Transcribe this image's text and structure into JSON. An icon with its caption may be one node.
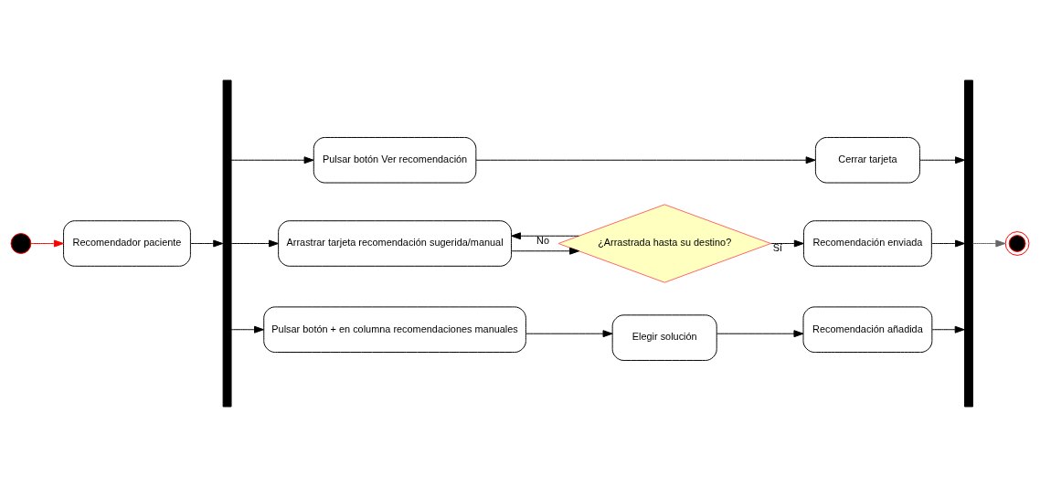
{
  "diagram": {
    "nodes": [
      {
        "text": [],
        "shape": "circle"
      },
      {
        "text": [
          "Recomendador paciente"
        ]
      },
      {
        "text": [],
        "shape": "bar"
      },
      {
        "text": [
          "Pulsar botón Ver recomendación"
        ]
      },
      {
        "text": [
          "Cerrar tarjeta"
        ]
      },
      {
        "text": [
          "Arrastrar tarjeta recomendación sugerida/manual"
        ]
      },
      {
        "text": [
          "¿Arrastrada hasta su destino?"
        ]
      },
      {
        "text": [
          "Recomendación enviada"
        ]
      },
      {
        "text": [
          "Pulsar botón + en columna recomendaciones manuales"
        ]
      },
      {
        "text": [
          "Elegir solución"
        ]
      },
      {
        "text": [
          "Recomendación añadida"
        ]
      },
      {
        "text": [],
        "shape": "bar"
      },
      {
        "text": [],
        "shape": "circle"
      }
    ],
    "edges": [
      {
        "from": 0,
        "to": 1,
        "arrow": "to",
        "color": "#ff0000"
      },
      {
        "from": 1,
        "to": 2,
        "arrow": "to"
      },
      {
        "from": 2,
        "to": 3,
        "arrow": "to"
      },
      {
        "from": 3,
        "to": 4,
        "arrow": "to"
      },
      {
        "from": 4,
        "to": 11,
        "arrow": "to"
      },
      {
        "from": 2,
        "to": 5,
        "arrow": "to"
      },
      {
        "from": 5,
        "to": 6,
        "arrow": "to"
      },
      {
        "from": 6,
        "to": 5,
        "arrow": "to",
        "label": "No"
      },
      {
        "from": 6,
        "to": 7,
        "arrow": "to",
        "label": "Sí"
      },
      {
        "from": 7,
        "to": 11,
        "arrow": "to"
      },
      {
        "from": 2,
        "to": 8,
        "arrow": "to"
      },
      {
        "from": 8,
        "to": 9,
        "arrow": "to"
      },
      {
        "from": 9,
        "to": 10,
        "arrow": "to"
      },
      {
        "from": 10,
        "to": 11,
        "arrow": "to"
      },
      {
        "from": 11,
        "to": 12,
        "arrow": "to",
        "color": "#666666"
      }
    ]
  }
}
